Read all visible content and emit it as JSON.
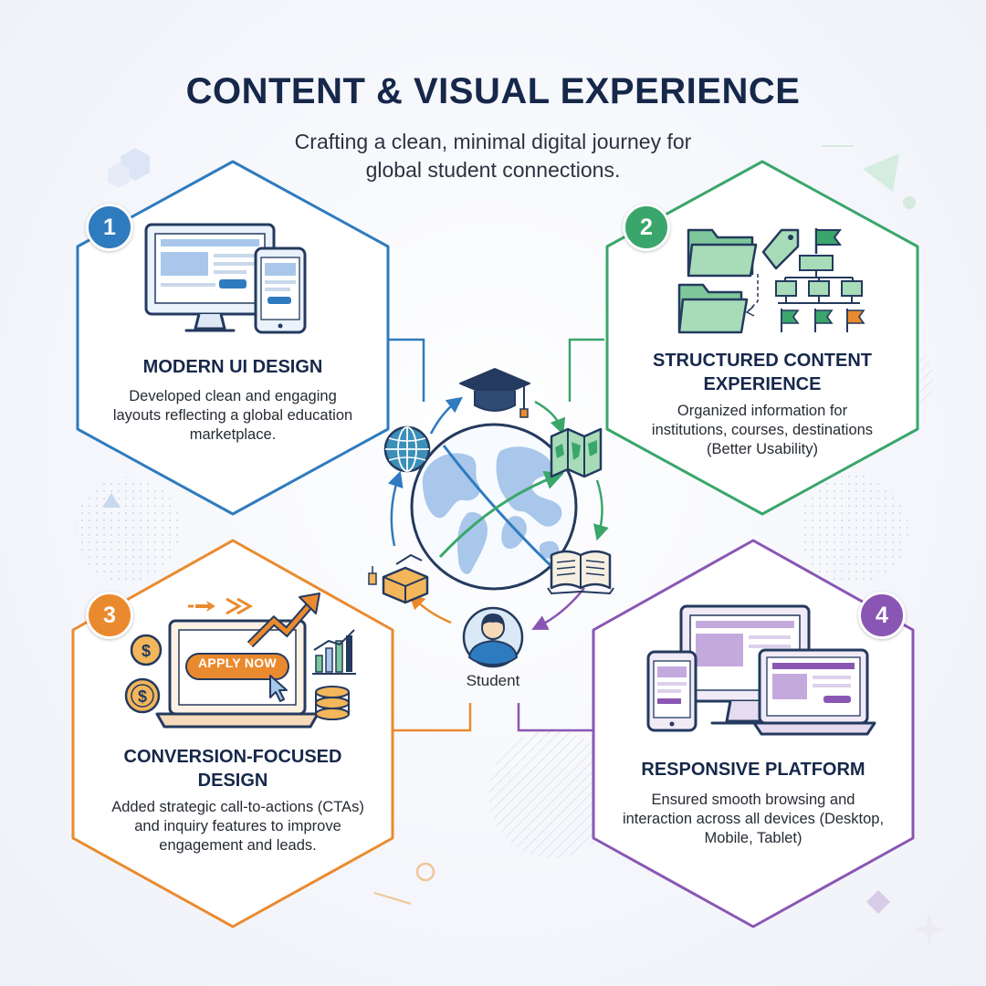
{
  "header": {
    "title": "CONTENT & VISUAL EXPERIENCE",
    "subtitle": "Crafting a clean, minimal digital journey for global student connections."
  },
  "colors": {
    "card1": "#2f7bbf",
    "card2": "#3aa66b",
    "card3": "#ea8a2e",
    "card4": "#8a56b3",
    "navy": "#16284a"
  },
  "cards": [
    {
      "number": "1",
      "title": "MODERN UI DESIGN",
      "description": "Developed clean and engaging layouts reflecting a global education marketplace.",
      "icon": "desktop-mobile-icon"
    },
    {
      "number": "2",
      "title": "STRUCTURED CONTENT EXPERIENCE",
      "description": "Organized information for institutions, courses, destinations (Better Usability)",
      "icon": "folders-flowchart-icon"
    },
    {
      "number": "3",
      "title": "CONVERSION-FOCUSED DESIGN",
      "description": "Added strategic call-to-actions (CTAs) and inquiry features to improve engagement and leads.",
      "icon": "laptop-apply-icon",
      "cta_label": "APPLY NOW"
    },
    {
      "number": "4",
      "title": "RESPONSIVE PLATFORM",
      "description": "Ensured smooth browsing and interaction across all devices (Desktop, Mobile, Tablet)",
      "icon": "multi-device-icon"
    }
  ],
  "center": {
    "label": "Student",
    "icons": [
      "graduation-cap-icon",
      "map-icon",
      "book-icon",
      "student-avatar-icon",
      "box-icon",
      "globe-small-icon",
      "world-globe-icon"
    ]
  }
}
